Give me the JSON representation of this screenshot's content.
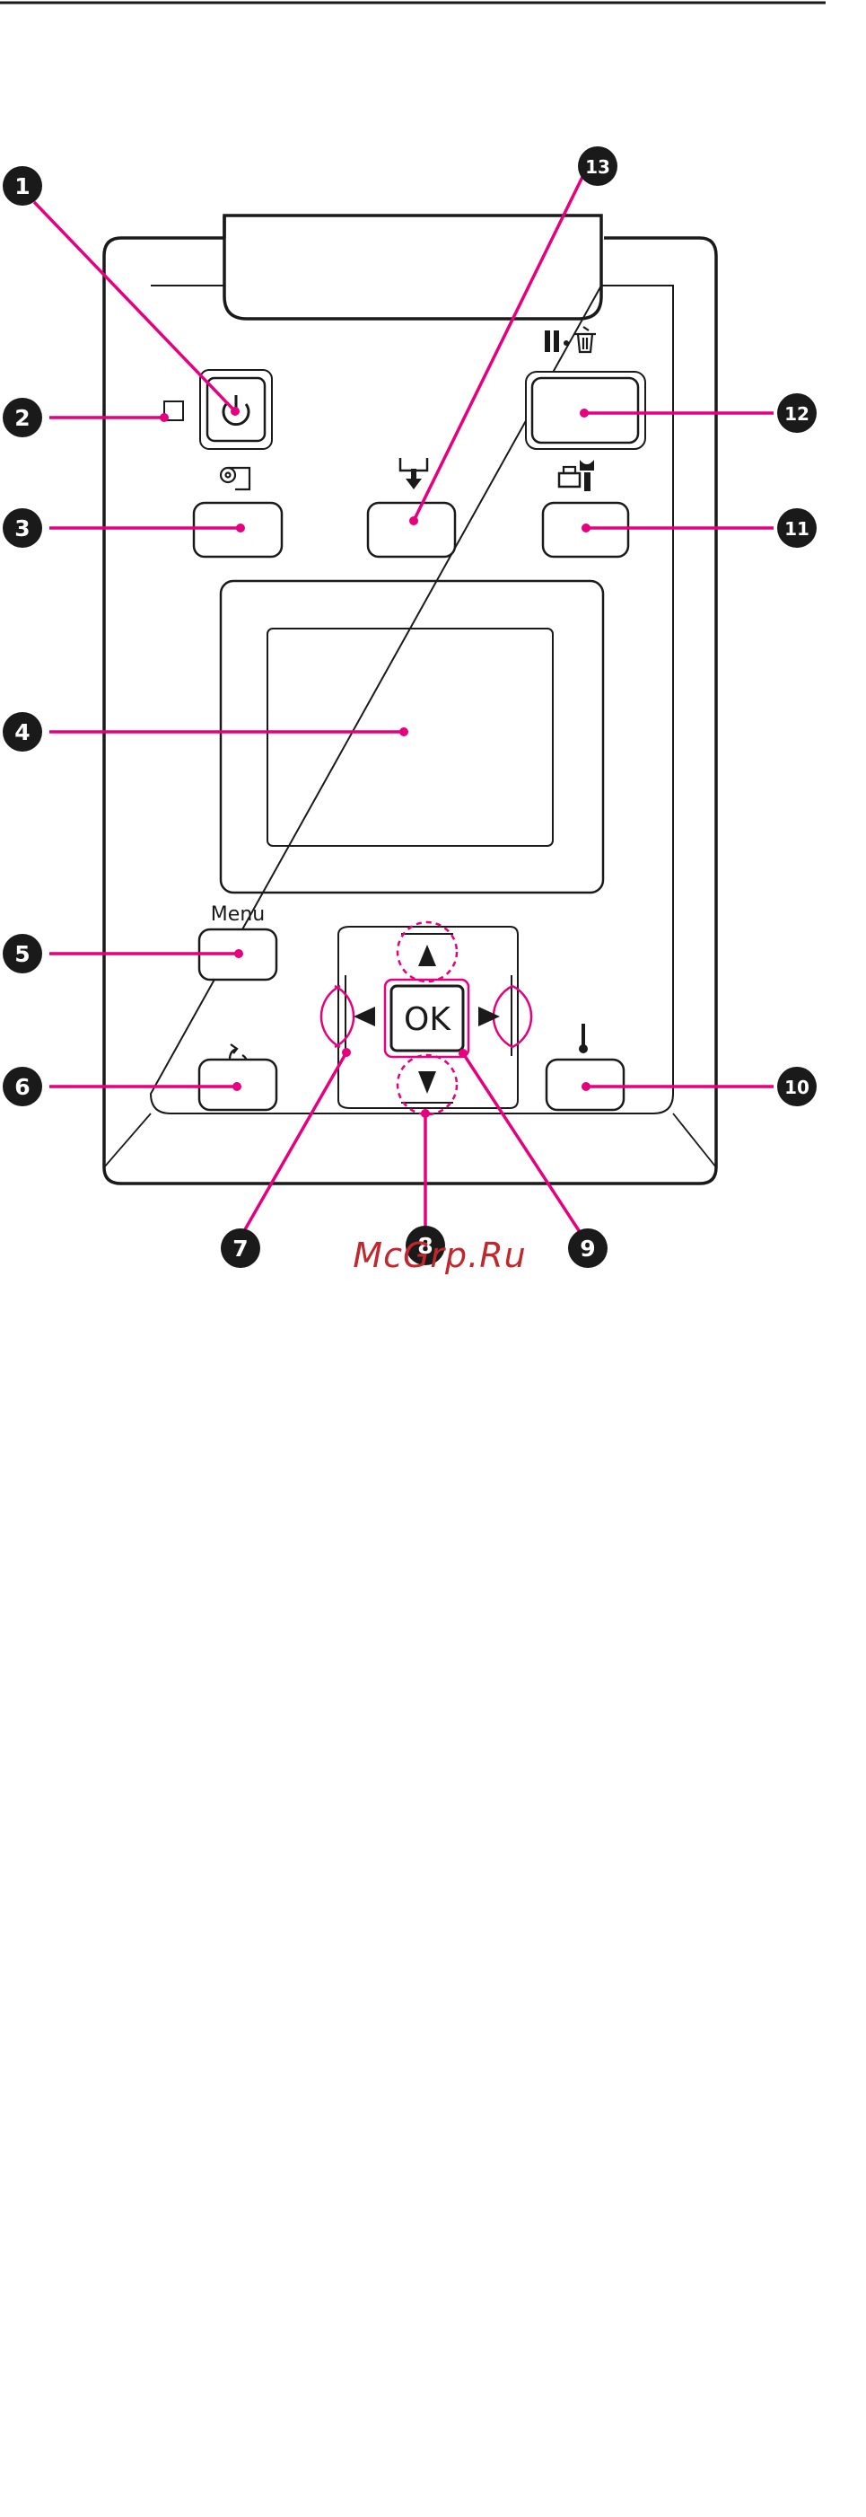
{
  "panel": {
    "menu_label": "Menu",
    "ok_label": "OK"
  },
  "callouts": [
    "1",
    "2",
    "3",
    "4",
    "5",
    "6",
    "7",
    "8",
    "9",
    "10",
    "11",
    "12",
    "13"
  ],
  "watermark": "McGrp.Ru",
  "colors": {
    "leader_line": "#e6007e",
    "outline": "#1a1a1a",
    "callout_fill": "#1a1a1a",
    "callout_text": "#ffffff",
    "watermark": "#c1272d"
  },
  "icons": {
    "power": "power-icon",
    "status_light": "status-light-icon",
    "roll_paper": "roll-paper-icon",
    "paper_feed": "paper-feed-icon",
    "pause_cancel": "pause-cancel-icon",
    "maintenance": "printer-wrench-icon",
    "return": "return-icon",
    "heater": "thermometer-icon"
  }
}
